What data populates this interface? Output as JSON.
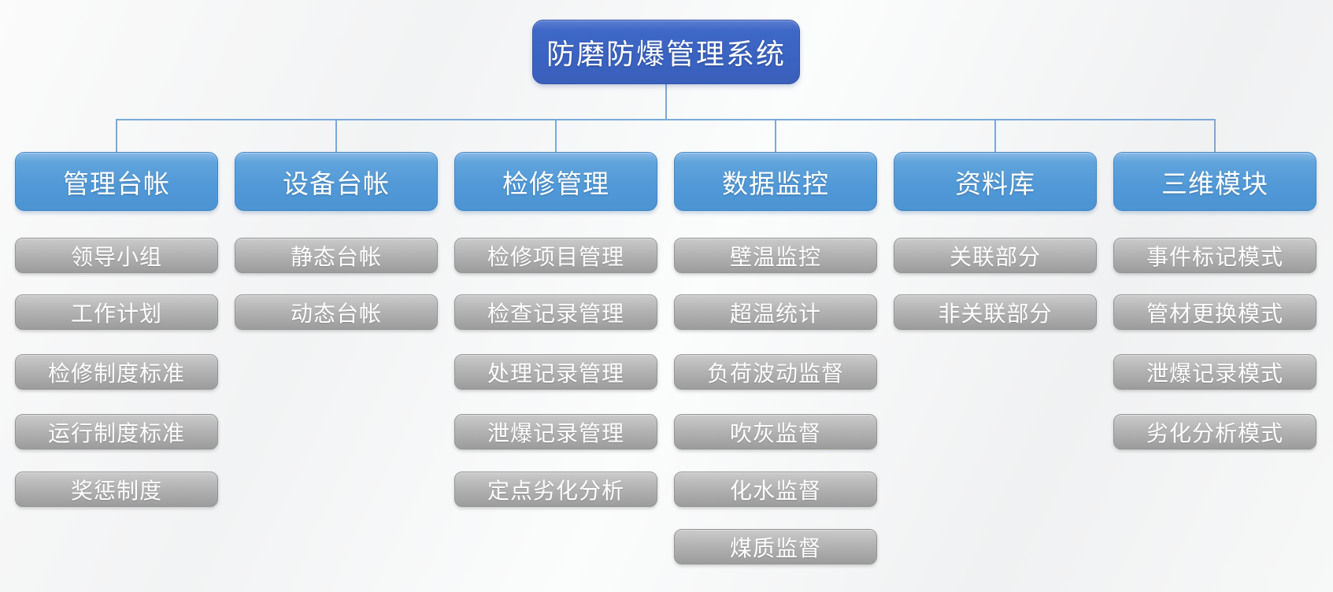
{
  "colors": {
    "root_blue": "#3a62c1",
    "header_blue": "#5098d7",
    "leaf_gray": "#a9a9a9",
    "connector": "#7aa9d9",
    "text": "#ffffff",
    "background": "#f5f6f7"
  },
  "root": {
    "label": "防磨防爆管理系统"
  },
  "columns": [
    {
      "label": "管理台帐",
      "items": [
        "领导小组",
        "工作计划",
        "检修制度标准",
        "运行制度标准",
        "奖惩制度"
      ]
    },
    {
      "label": "设备台帐",
      "items": [
        "静态台帐",
        "动态台帐"
      ]
    },
    {
      "label": "检修管理",
      "items": [
        "检修项目管理",
        "检查记录管理",
        "处理记录管理",
        "泄爆记录管理",
        "定点劣化分析"
      ]
    },
    {
      "label": "数据监控",
      "items": [
        "壁温监控",
        "超温统计",
        "负荷波动监督",
        "吹灰监督",
        "化水监督",
        "煤质监督"
      ]
    },
    {
      "label": "资料库",
      "items": [
        "关联部分",
        "非关联部分"
      ]
    },
    {
      "label": "三维模块",
      "items": [
        "事件标记模式",
        "管材更换模式",
        "泄爆记录模式",
        "劣化分析模式"
      ]
    }
  ]
}
